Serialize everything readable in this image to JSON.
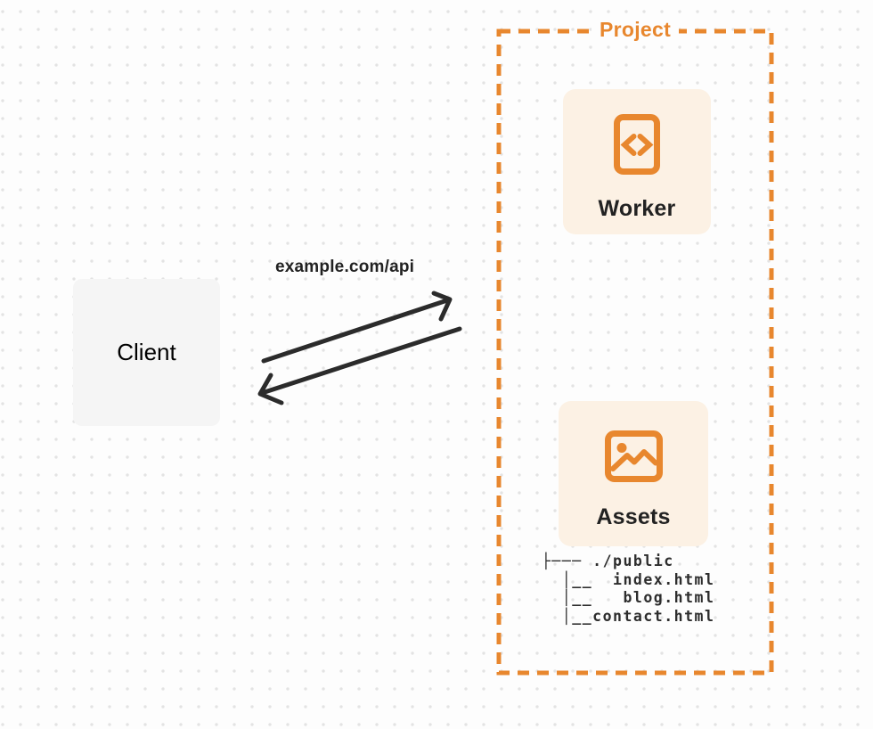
{
  "colors": {
    "page_bg": "#FDFDFD",
    "dot_grid": "#E3E3E3",
    "accent_orange": "#E8872E",
    "panel_cream": "#FCF1E4",
    "client_gray": "#F5F5F5",
    "ink_dark": "#222222",
    "arrow_dark": "#2B2B2B",
    "tree_ink": "#2D2D2D"
  },
  "diagram": {
    "client": {
      "label": "Client"
    },
    "request": {
      "label": "example.com/api"
    },
    "project": {
      "label": "Project",
      "worker": {
        "label": "Worker",
        "icon": "code-icon"
      },
      "assets": {
        "label": "Assets",
        "icon": "image-icon"
      },
      "file_tree": "├─── ./public\n  │__  index.html\n  │__   blog.html\n  │__contact.html"
    }
  }
}
